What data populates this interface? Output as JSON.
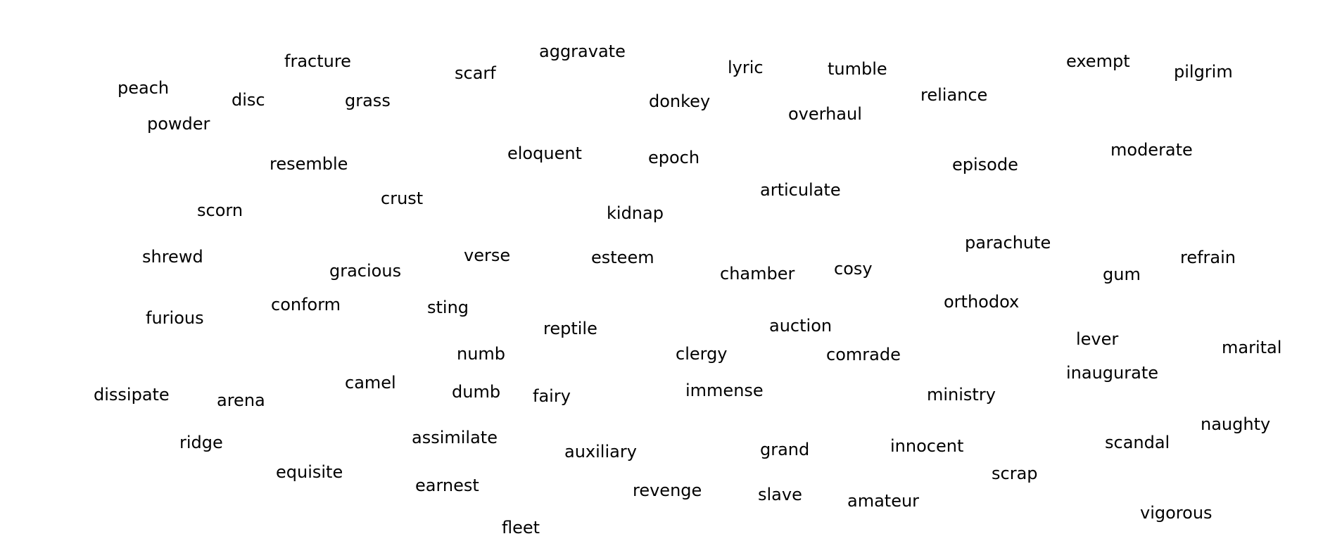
{
  "words": [
    "peach",
    "fracture",
    "disc",
    "grass",
    "scarf",
    "aggravate",
    "donkey",
    "lyric",
    "tumble",
    "overhaul",
    "reliance",
    "exempt",
    "pilgrim",
    "powder",
    "resemble",
    "eloquent",
    "epoch",
    "episode",
    "moderate",
    "articulate",
    "crust",
    "scorn",
    "kidnap",
    "shrewd",
    "gracious",
    "verse",
    "esteem",
    "parachute",
    "chamber",
    "cosy",
    "refrain",
    "gum",
    "furious",
    "conform",
    "sting",
    "reptile",
    "orthodox",
    "auction",
    "numb",
    "clergy",
    "comrade",
    "lever",
    "marital",
    "inaugurate",
    "dissipate",
    "arena",
    "camel",
    "dumb",
    "fairy",
    "immense",
    "ministry",
    "naughty",
    "ridge",
    "assimilate",
    "auxiliary",
    "grand",
    "innocent",
    "scandal",
    "equisite",
    "earnest",
    "revenge",
    "slave",
    "scrap",
    "amateur",
    "vigorous",
    "fleet"
  ]
}
